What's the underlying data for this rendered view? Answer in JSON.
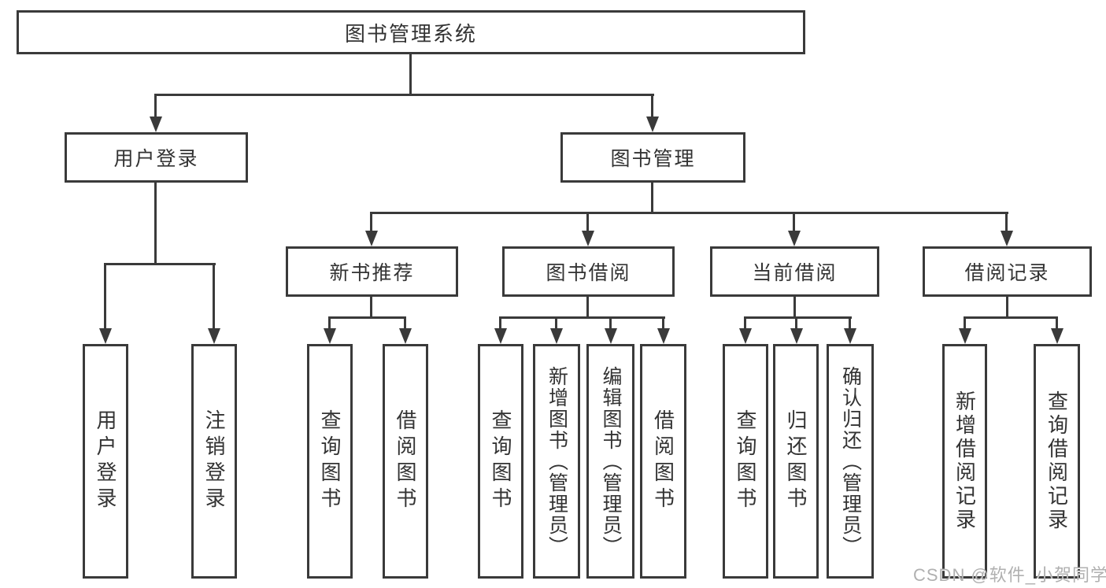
{
  "nodes": {
    "root": "图书管理系统",
    "user_login": "用户登录",
    "book_mgmt": "图书管理",
    "new_book_rec": "新书推荐",
    "book_borrow": "图书借阅",
    "current_borrow": "当前借阅",
    "borrow_records": "借阅记录",
    "leaf_user_login": "用户登录",
    "leaf_logout": "注销登录",
    "leaf_query_books_1": "查询图书",
    "leaf_borrow_books_1": "借阅图书",
    "leaf_query_books_2": "查询图书",
    "leaf_add_books_admin": "新增图书（管理员）",
    "leaf_edit_books_admin": "编辑图书（管理员）",
    "leaf_borrow_books_2": "借阅图书",
    "leaf_query_books_3": "查询图书",
    "leaf_return_books": "归还图书",
    "leaf_confirm_return_admin": "确认归还（管理员）",
    "leaf_add_borrow_record": "新增借阅记录",
    "leaf_query_borrow_record": "查询借阅记录"
  },
  "watermark": {
    "text": "CSDN @软件_小贺同学"
  },
  "colors": {
    "line": "#3a3a3a",
    "text": "#333333",
    "background": "#ffffff",
    "watermark": "#b0b0b0"
  }
}
